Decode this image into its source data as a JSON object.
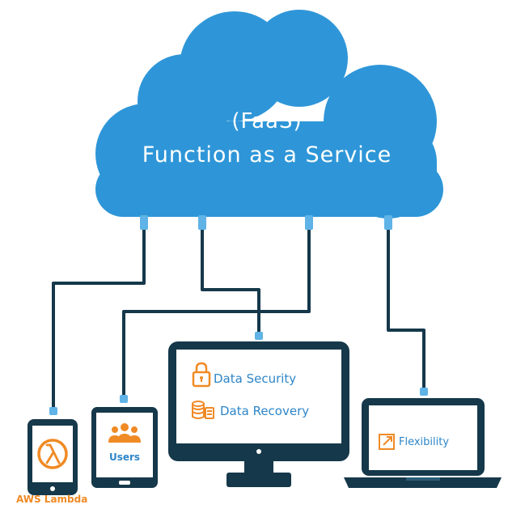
{
  "cloud": {
    "subtitle": "(FaaS)",
    "title": "Function as a Service"
  },
  "devices": {
    "phone": {
      "caption": "AWS Lambda",
      "icon": "lambda-icon"
    },
    "tablet": {
      "label": "Users",
      "icon": "users-icon"
    },
    "monitor": {
      "items": [
        {
          "label": "Data Security",
          "icon": "lock-icon"
        },
        {
          "label": "Data Recovery",
          "icon": "data-recovery-icon"
        }
      ]
    },
    "laptop": {
      "label": "Flexibility",
      "icon": "expand-icon"
    }
  },
  "colors": {
    "cloud": "#2e96d8",
    "line": "#15384a",
    "device": "#15384a",
    "accent_blue": "#2e86c8",
    "accent_orange": "#f08a24"
  }
}
